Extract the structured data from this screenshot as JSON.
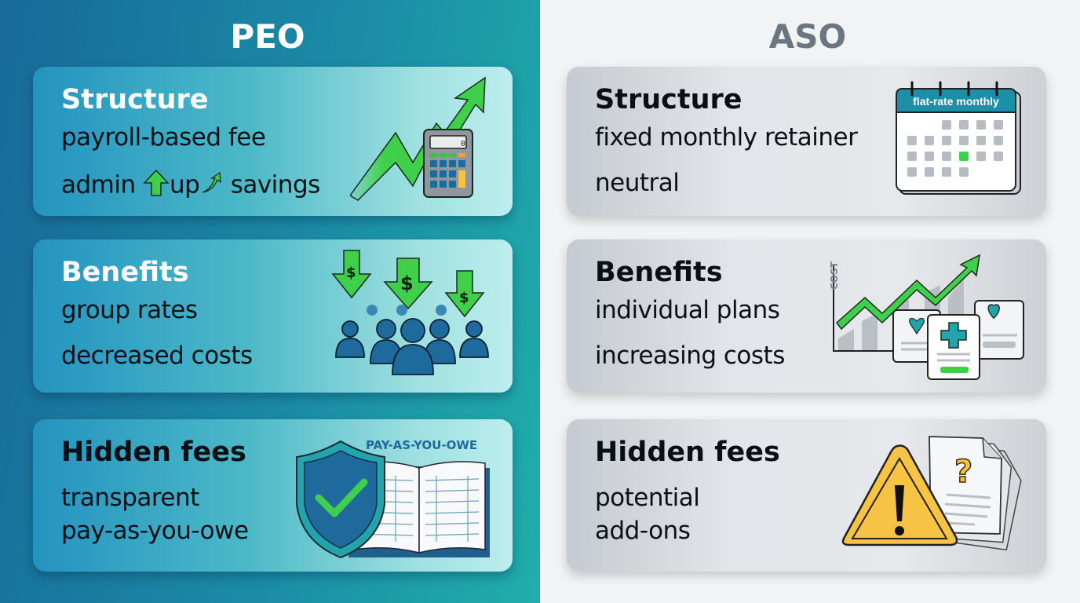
{
  "peo": {
    "title": "PEO",
    "cards": [
      {
        "title": "Structure",
        "lines": [
          "payroll-based fee"
        ],
        "admin_row": {
          "word1": "admin",
          "word2": "up",
          "word3": "savings"
        },
        "illustration": "growth-arrow-calculator-icon"
      },
      {
        "title": "Benefits",
        "lines": [
          "group rates",
          "decreased costs"
        ],
        "illustration": "people-with-dollar-down-arrows-icon"
      },
      {
        "title": "Hidden fees",
        "lines": [
          "transparent",
          "pay-as-you-owe"
        ],
        "illustration_label": "PAY-AS-YOU-OWE",
        "illustration": "shield-check-ledger-icon"
      }
    ]
  },
  "aso": {
    "title": "ASO",
    "cards": [
      {
        "title": "Structure",
        "lines": [
          "fixed monthly retainer",
          "neutral"
        ],
        "illustration_label": "flat-rate monthly",
        "illustration": "calendar-icon"
      },
      {
        "title": "Benefits",
        "lines": [
          "individual plans",
          "increasing costs"
        ],
        "illustration_label": "COST",
        "illustration": "rising-cost-chart-health-plans-icon"
      },
      {
        "title": "Hidden fees",
        "lines": [
          "potential",
          "add-ons"
        ],
        "illustration": "warning-question-document-icon"
      }
    ]
  },
  "colors": {
    "peo_bg_start": "#186a98",
    "peo_bg_end": "#20aeab",
    "aso_bg": "#f2f3f5",
    "accent_green": "#3fcf4a",
    "warning_yellow": "#f6c344",
    "aso_title": "#6b7680"
  }
}
